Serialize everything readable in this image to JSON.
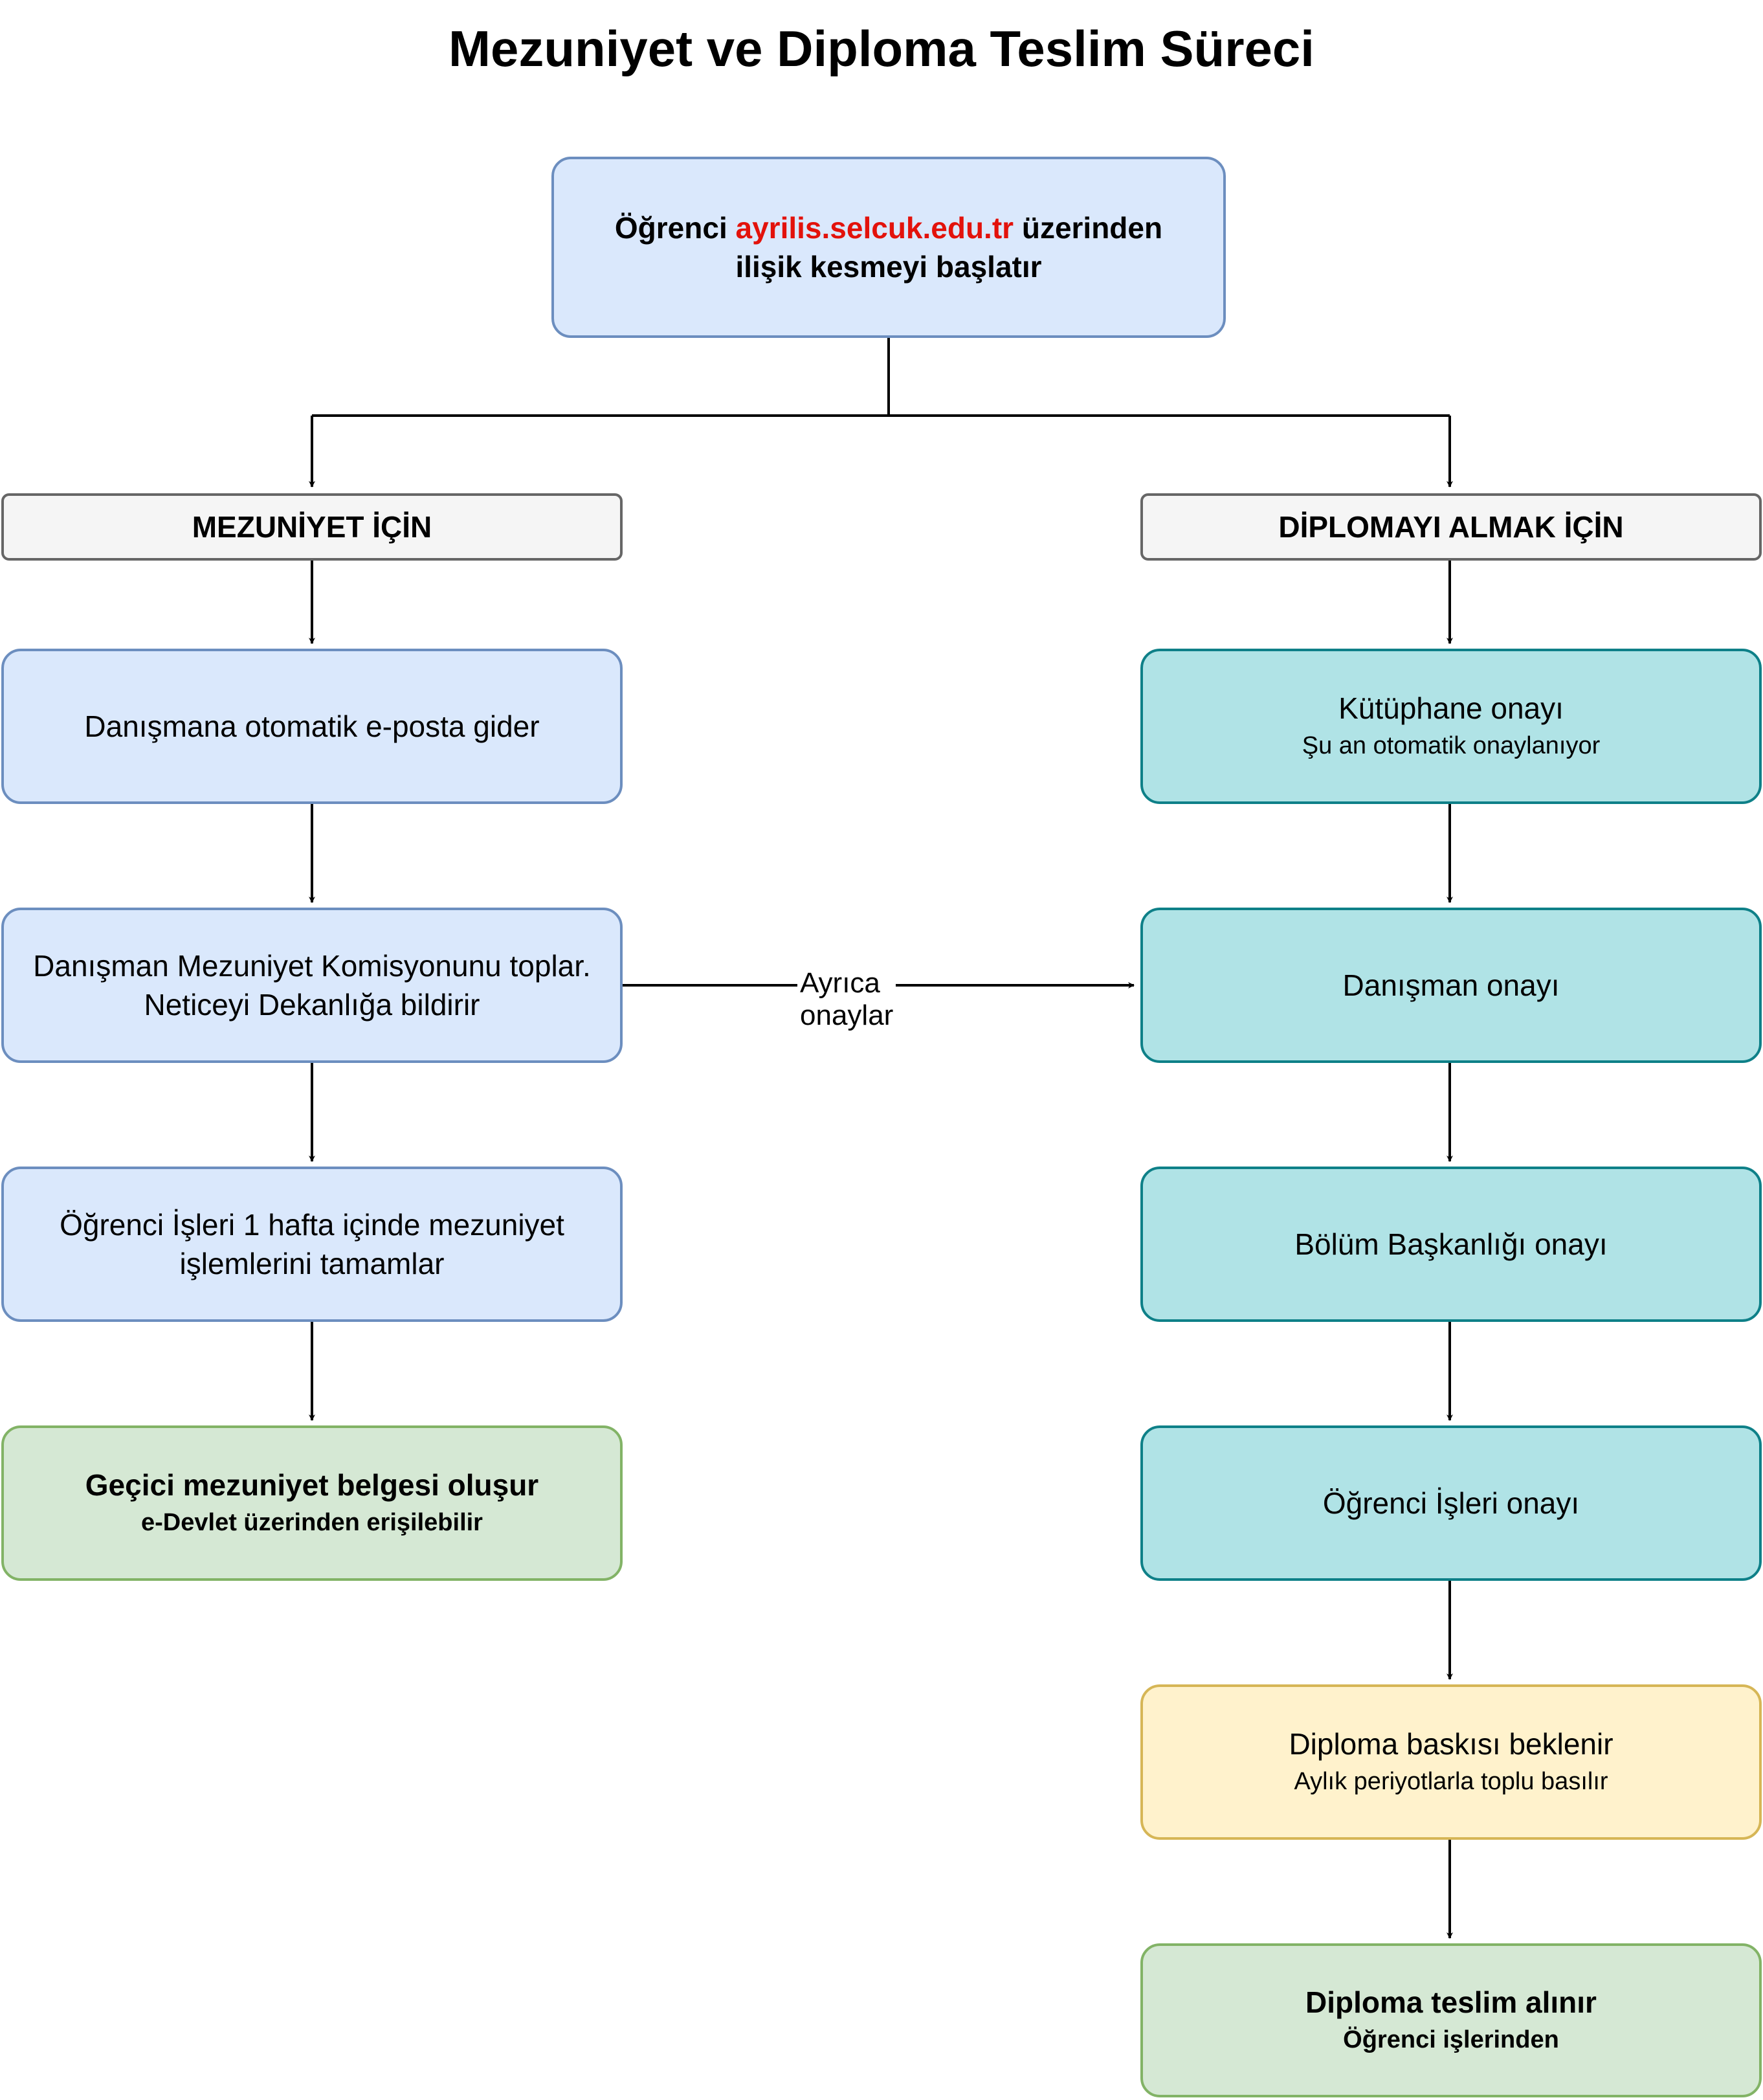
{
  "title": "Mezuniyet ve Diploma Teslim Süreci",
  "start": {
    "prefix": "Öğrenci",
    "link": "ayrilis.selcuk.edu.tr",
    "suffix": "üzerinden",
    "line2": "ilişik kesmeyi başlatır"
  },
  "left": {
    "header": "MEZUNİYET İÇİN",
    "step1": "Danışmana otomatik e-posta gider",
    "step2_line1": "Danışman Mezuniyet Komisyonunu toplar.",
    "step2_line2": "Neticeyi Dekanlığa bildirir",
    "step3_line1": "Öğrenci İşleri 1 hafta içinde mezuniyet",
    "step3_line2": "işlemlerini tamamlar",
    "result_title": "Geçici mezuniyet belgesi oluşur",
    "result_sub": "e-Devlet üzerinden erişilebilir"
  },
  "cross_label": "Ayrıca onaylar",
  "right": {
    "header": "DİPLOMAYI ALMAK İÇİN",
    "step1_title": "Kütüphane onayı",
    "step1_sub": "Şu an otomatik onaylanıyor",
    "step2": "Danışman onayı",
    "step3": "Bölüm Başkanlığı onayı",
    "step4": "Öğrenci İşleri onayı",
    "step5_title": "Diploma baskısı beklenir",
    "step5_sub": "Aylık periyotlarla toplu basılır",
    "result_title": "Diploma teslim alınır",
    "result_sub": "Öğrenci işlerinden"
  },
  "colors": {
    "blue_fill": "#dae8fc",
    "teal_fill": "#b0e3e6",
    "green_fill": "#d5e8d4",
    "yellow_fill": "#fff2cc",
    "link_red": "#e3120b"
  }
}
